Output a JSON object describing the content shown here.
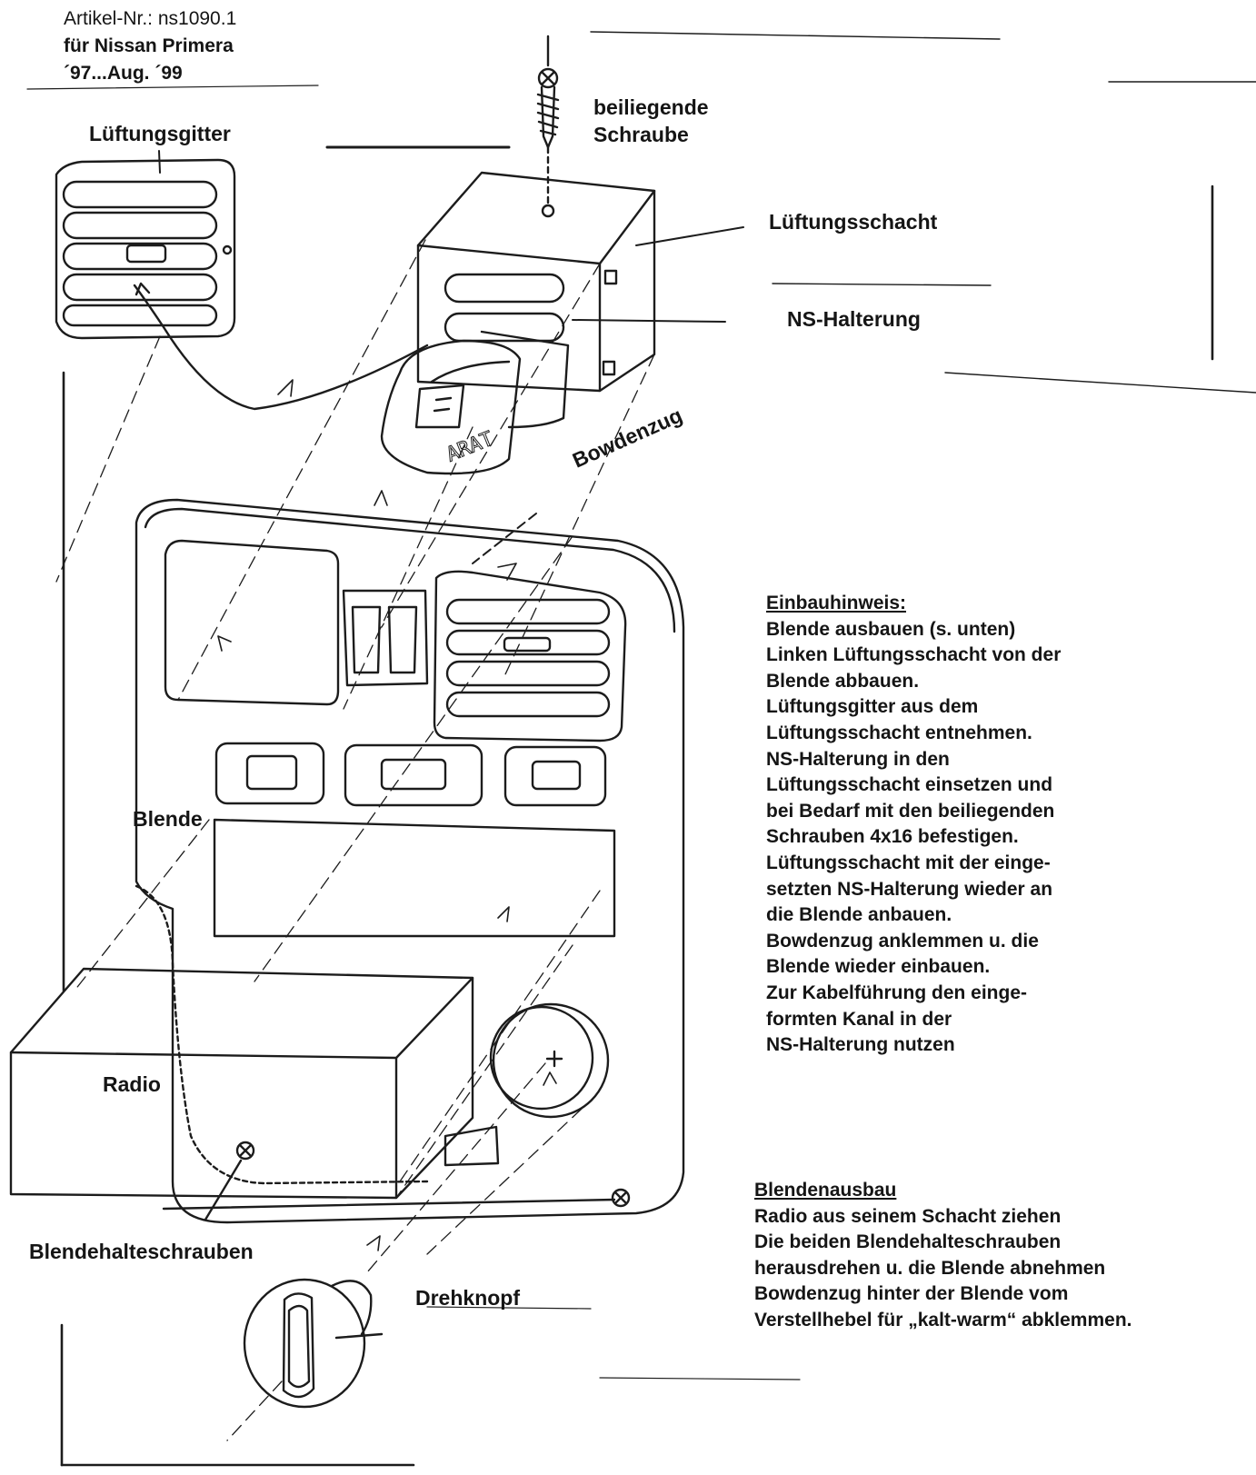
{
  "header": {
    "article": "Artikel-Nr.: ns1090.1",
    "vehicle": "für Nissan Primera",
    "years": "´97...Aug. ´99"
  },
  "labels": {
    "screw": [
      "beiliegende",
      "Schraube"
    ],
    "grille": "Lüftungsgitter",
    "duct": "Lüftungsschacht",
    "holder": "NS-Halterung",
    "cable": "Bowdenzug",
    "panel": "Blende",
    "radio": "Radio",
    "screws": "Blendehalteschrauben",
    "knob": "Drehknopf",
    "holder_engraving": "ARAT"
  },
  "installation": {
    "heading": "Einbauhinweis:",
    "lines": [
      "Blende ausbauen (s. unten)",
      "Linken Lüftungsschacht von der",
      "Blende abbauen.",
      "Lüftungsgitter aus dem",
      "Lüftungsschacht entnehmen.",
      "NS-Halterung in den",
      "Lüftungsschacht einsetzen und",
      "bei Bedarf mit den beiliegenden",
      "Schrauben 4x16 befestigen.",
      "Lüftungsschacht mit der einge-",
      "setzten NS-Halterung wieder an",
      "die Blende anbauen.",
      "Bowdenzug anklemmen u. die",
      "Blende wieder einbauen.",
      "Zur Kabelführung den einge-",
      "formten Kanal in der",
      "NS-Halterung nutzen"
    ]
  },
  "removal": {
    "heading": "Blendenausbau",
    "lines": [
      "Radio aus seinem Schacht ziehen",
      "Die beiden Blendehalteschrauben",
      "herausdrehen u. die Blende abnehmen",
      "Bowdenzug hinter der Blende vom",
      "Verstellhebel für „kalt-warm“ abklemmen."
    ]
  }
}
